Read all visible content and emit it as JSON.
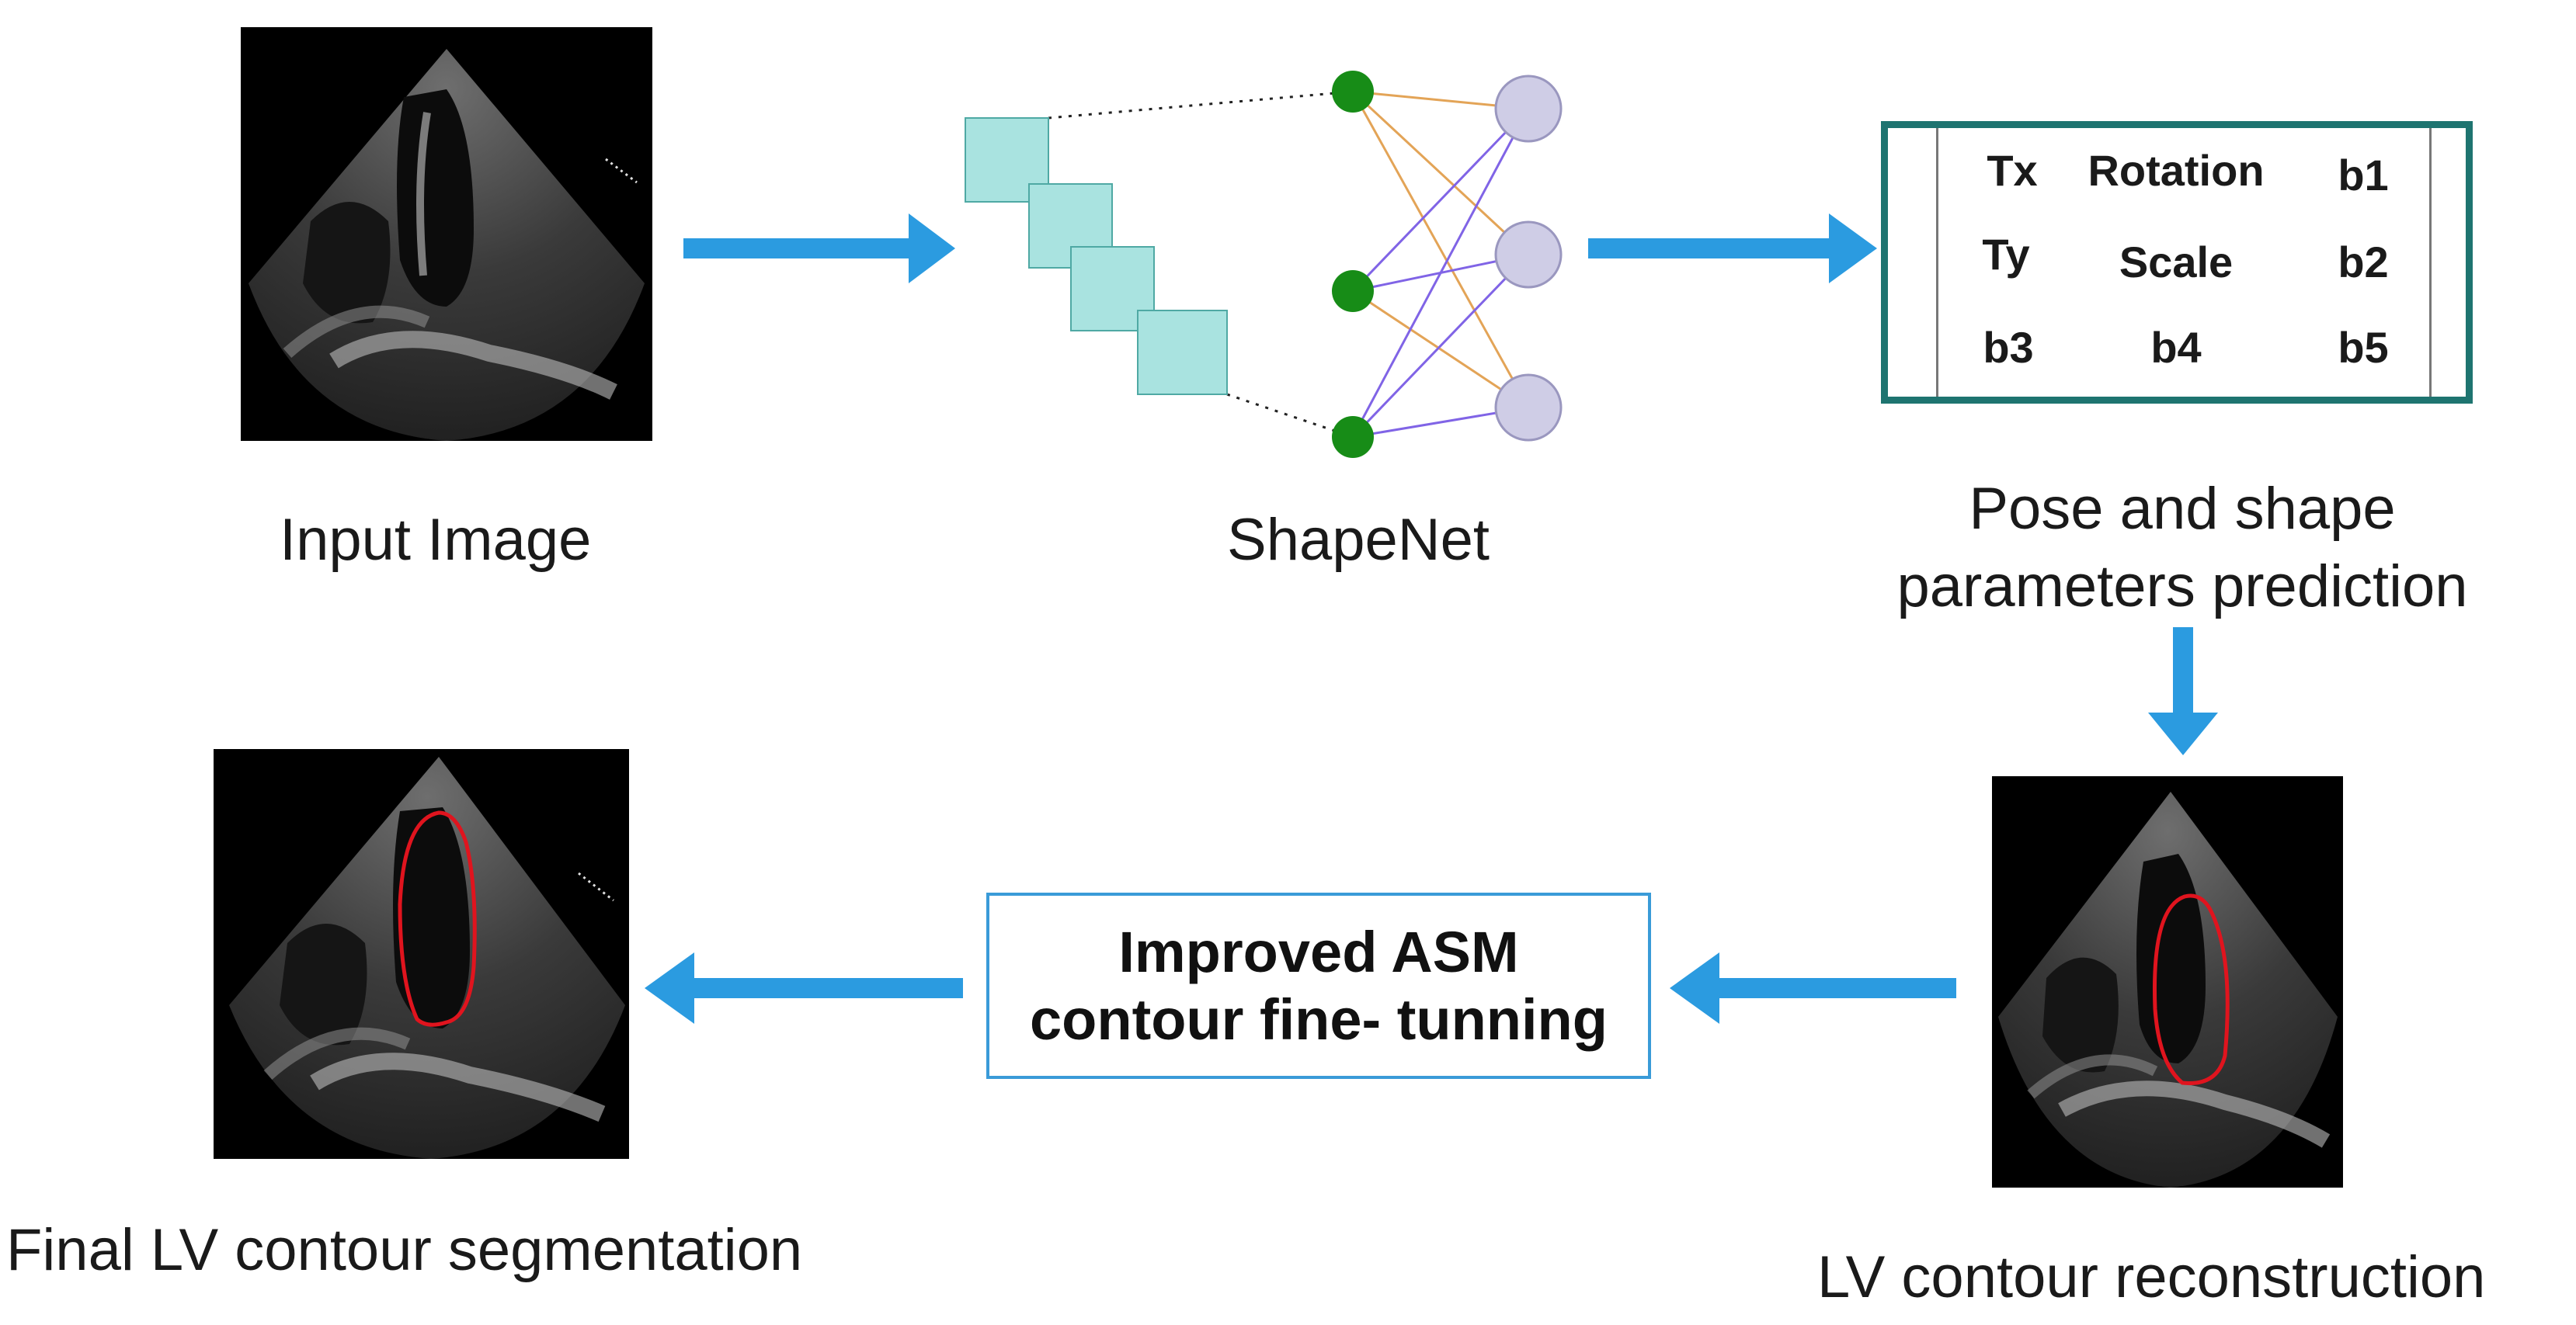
{
  "colors": {
    "arrow": "#2b9be0",
    "param_border": "#1e7470",
    "cube_fill": "#a9e3e0",
    "cube_stroke": "#4fa9a4",
    "input_node": "#178c17",
    "output_node": "#cfcde6",
    "edge_orange": "#e3a457",
    "edge_purple": "#8064e6",
    "contour": "#e0141e",
    "asm_border": "#3a9bd8"
  },
  "captions": {
    "input_image": "Input Image",
    "shapenet": "ShapeNet",
    "pose_line1": "Pose and shape",
    "pose_line2": "parameters prediction",
    "final": "Final LV contour segmentation",
    "reconstruction": "LV contour reconstruction"
  },
  "params": {
    "row1": [
      "Tx",
      "Rotation",
      "b1"
    ],
    "row2": [
      "Ty",
      "Scale",
      "b2"
    ],
    "row3": [
      "b3",
      "b4",
      "b5"
    ]
  },
  "asm": {
    "line1": "Improved ASM",
    "line2": "contour fine- tunning"
  },
  "icons": {
    "flow_arrows": "arrow-icon",
    "images": "echocardiogram-image"
  }
}
